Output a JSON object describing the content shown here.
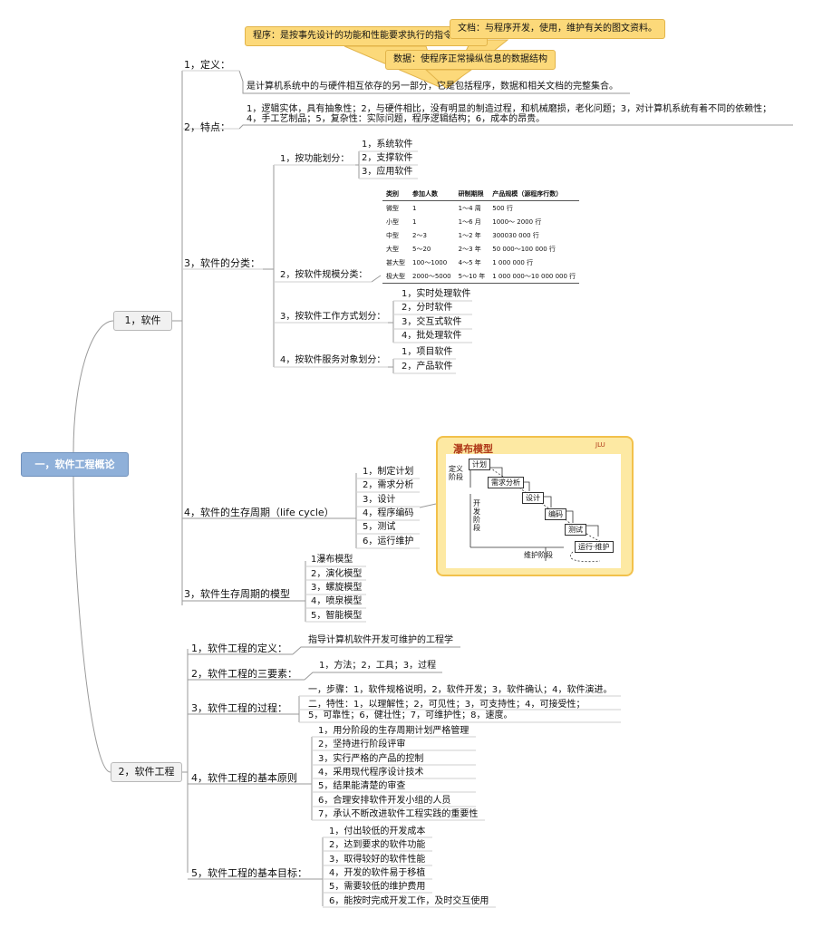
{
  "root": "一，软件工程概论",
  "s1": {
    "label": "1，软件",
    "def": {
      "label": "1，定义：",
      "text": "是计算机系统中的与硬件相互依存的另一部分，它是包括程序，数据和相关文档的完整集合。",
      "callouts": {
        "program": "程序：是按事先设计的功能和性能要求执行的指令系列。",
        "doc": "文档：与程序开发，使用，维护有关的图文资料。",
        "data": "数据：使程序正常操纵信息的数据结构"
      }
    },
    "feat": {
      "label": "2，特点：",
      "line1": "1，逻辑实体，具有抽象性；2，与硬件相比，没有明显的制造过程，和机械磨损，老化问题；3，对计算机系统有着不同的依赖性；",
      "line2": "4，手工艺制品；5，复杂性：实际问题，程序逻辑结构；6，成本的昂贵。"
    },
    "cls": {
      "label": "3，软件的分类：",
      "byFunc": {
        "label": "1，按功能划分：",
        "items": [
          "1，系统软件",
          "2，支撑软件",
          "3，应用软件"
        ]
      },
      "byScale": {
        "label": "2，按软件规模分类：",
        "headers": [
          "类别",
          "参加人数",
          "研制期限",
          "产品规模（源程序行数）"
        ],
        "rows": [
          [
            "微型",
            "1",
            "1～4 周",
            "500 行"
          ],
          [
            "小型",
            "1",
            "1～6 月",
            "1000～ 2000 行"
          ],
          [
            "中型",
            "2～3",
            "1～2 年",
            "300030 000 行"
          ],
          [
            "大型",
            "5～20",
            "2～3 年",
            "50 000～100 000 行"
          ],
          [
            "甚大型",
            "100～1000",
            "4～5 年",
            "1 000 000 行"
          ],
          [
            "极大型",
            "2000～5000",
            "5～10 年",
            "1 000 000～10 000 000 行"
          ]
        ]
      },
      "byMode": {
        "label": "3，按软件工作方式划分：",
        "items": [
          "1，实时处理软件",
          "2，分时软件",
          "3，交互式软件",
          "4，批处理软件"
        ]
      },
      "byService": {
        "label": "4，按软件服务对象划分：",
        "items": [
          "1，项目软件",
          "2，产品软件"
        ]
      }
    },
    "life": {
      "label": "4，软件的生存周期（life cycle）",
      "items": [
        "1，制定计划",
        "2，需求分析",
        "3，设计",
        "4，程序编码",
        "5，测试",
        "6，运行维护"
      ],
      "wf": {
        "title": "瀑布模型",
        "badge": "JLU",
        "phaseDef": "定义\n阶段",
        "phaseDev": "开\n发\n阶\n段",
        "phaseMaint": "维护阶段",
        "steps": [
          "计划",
          "需求分析",
          "设计",
          "编码",
          "测试",
          "运行·维护"
        ]
      }
    },
    "models": {
      "label": "3，软件生存周期的模型",
      "items": [
        "1瀑布模型",
        "2，演化模型",
        "3，螺旋模型",
        "4，喷泉模型",
        "5，智能模型"
      ]
    }
  },
  "s2": {
    "label": "2，软件工程",
    "def": {
      "label": "1，软件工程的定义：",
      "text": "指导计算机软件开发可维护的工程学"
    },
    "three": {
      "label": "2，软件工程的三要素：",
      "text": "1，方法；2，工具；3，过程"
    },
    "proc": {
      "label": "3，软件工程的过程：",
      "step": "一，步骤：1，软件规格说明，2，软件开发；3，软件确认；4，软件演进。",
      "feat1": "二，特性：1，以理解性；2，可见性；3，可支持性；4，可接受性；",
      "feat2": "5，可靠性；6，健壮性；7，可维护性；8，速度。"
    },
    "principle": {
      "label": "4，软件工程的基本原则",
      "items": [
        "1，用分阶段的生存周期计划严格管理",
        "2，坚持进行阶段评审",
        "3，实行严格的产品的控制",
        "4，采用现代程序设计技术",
        "5，结果能清楚的审查",
        "6，合理安排软件开发小组的人员",
        "7，承认不断改进软件工程实践的重要性"
      ]
    },
    "goals": {
      "label": "5，软件工程的基本目标：",
      "items": [
        "1，付出较低的开发成本",
        "2，达到要求的软件功能",
        "3，取得较好的软件性能",
        "4，开发的软件易于移植",
        "5，需要较低的维护费用",
        "6，能按时完成开发工作，及时交互使用"
      ]
    }
  }
}
